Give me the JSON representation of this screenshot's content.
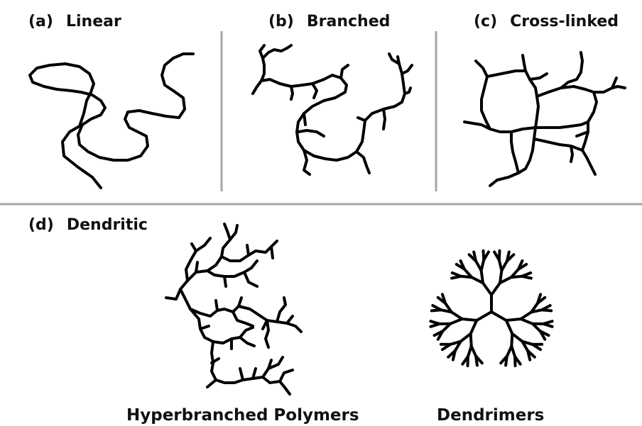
{
  "panels": {
    "a": {
      "tag": "(a)",
      "title": "Linear"
    },
    "b": {
      "tag": "(b)",
      "title": "Branched"
    },
    "c": {
      "tag": "(c)",
      "title": "Cross-linked"
    },
    "d": {
      "tag": "(d)",
      "title": "Dendritic"
    }
  },
  "captions": {
    "hyperbranched": "Hyperbranched Polymers",
    "dendrimers": "Dendrimers"
  },
  "colors": {
    "stroke": "#000000",
    "divider": "#a6a6a6",
    "background": "#ffffff"
  }
}
